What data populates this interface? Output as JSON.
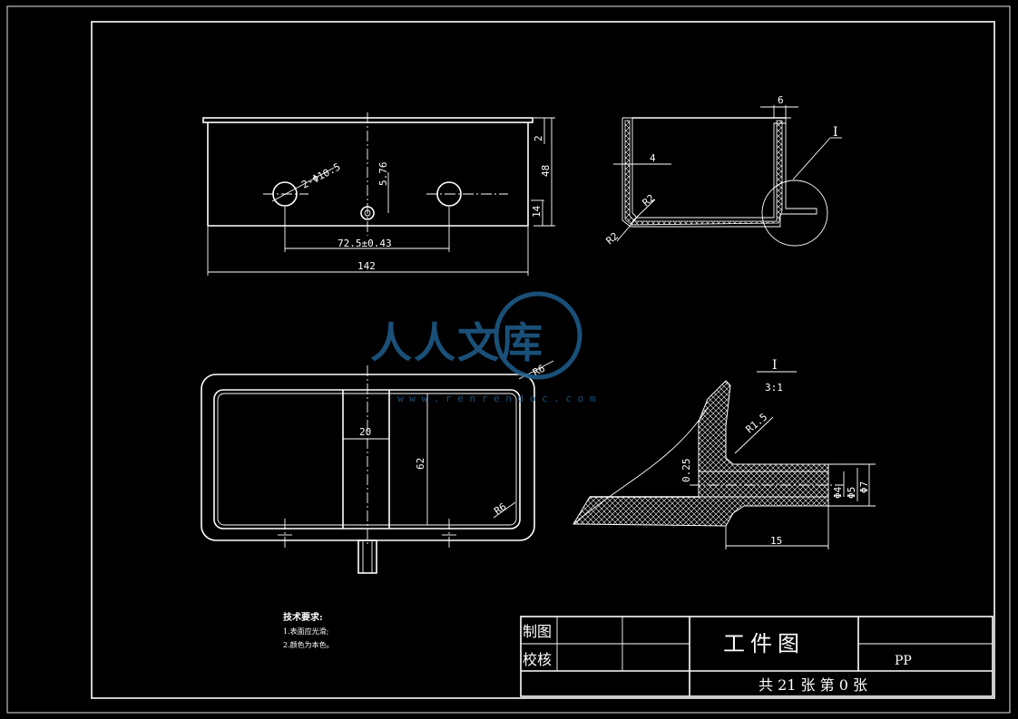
{
  "title_block": {
    "drawing_name": "工件图",
    "material": "PP",
    "row_zhitu": "制图",
    "row_jiaohe": "校核",
    "sheets": "共 21 张  第 0 张"
  },
  "tech_requirements": {
    "heading": "技术要求:",
    "items": [
      "1.表面应光滑;",
      "2.颜色为本色。"
    ]
  },
  "front_view": {
    "dim_holes": "2-Φ10.5",
    "dim_5_76": "5.76",
    "dim_pitch": "72.5±0.43",
    "dim_width": "142",
    "dim_2": "2",
    "dim_48": "48",
    "dim_14": "14"
  },
  "side_view": {
    "dim_6": "6",
    "dim_4": "4",
    "dim_r2a": "R2",
    "dim_r2b": "R2",
    "detail_mark": "I"
  },
  "top_view": {
    "dim_r6a": "R6",
    "dim_r6b": "R6",
    "dim_20": "20",
    "dim_62": "62"
  },
  "detail_view": {
    "label": "I",
    "scale": "3:1",
    "dim_r1_5": "R1.5",
    "dim_0_25": "0.25",
    "dim_d4": "Φ4",
    "dim_d5": "Φ5",
    "dim_d7": "Φ7",
    "dim_15": "15"
  },
  "watermark": {
    "brand": "人人文库",
    "url": "w w w . r e n r e n d o c . c o m"
  }
}
